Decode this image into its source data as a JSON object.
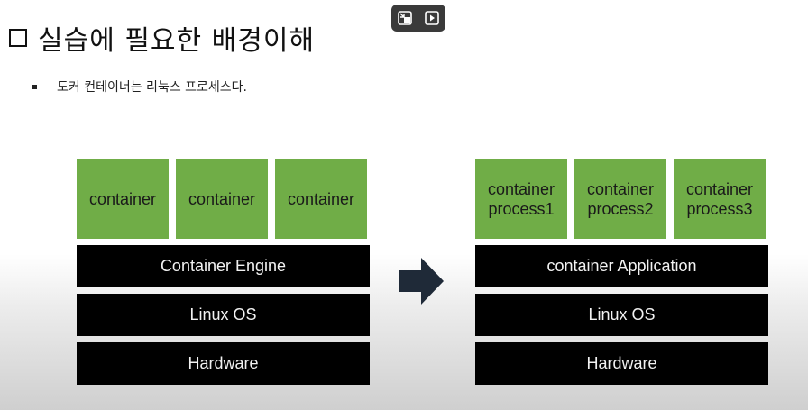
{
  "title": {
    "text": "실습에 필요한 배경이해"
  },
  "bullet": {
    "text": "도커 컨테이너는 리눅스 프로세스다."
  },
  "overlay": {
    "icons": [
      "minimize-player-icon",
      "play-in-window-icon"
    ]
  },
  "left_stack": {
    "containers": [
      "container",
      "container",
      "container"
    ],
    "layers": [
      "Container Engine",
      "Linux OS",
      "Hardware"
    ]
  },
  "right_stack": {
    "containers": [
      "container\nprocess1",
      "container\nprocess2",
      "container\nprocess3"
    ],
    "layers": [
      "container Application",
      "Linux OS",
      "Hardware"
    ]
  },
  "colors": {
    "container_green": "#70ad47",
    "layer_black": "#000000",
    "arrow": "#1f2a38"
  }
}
